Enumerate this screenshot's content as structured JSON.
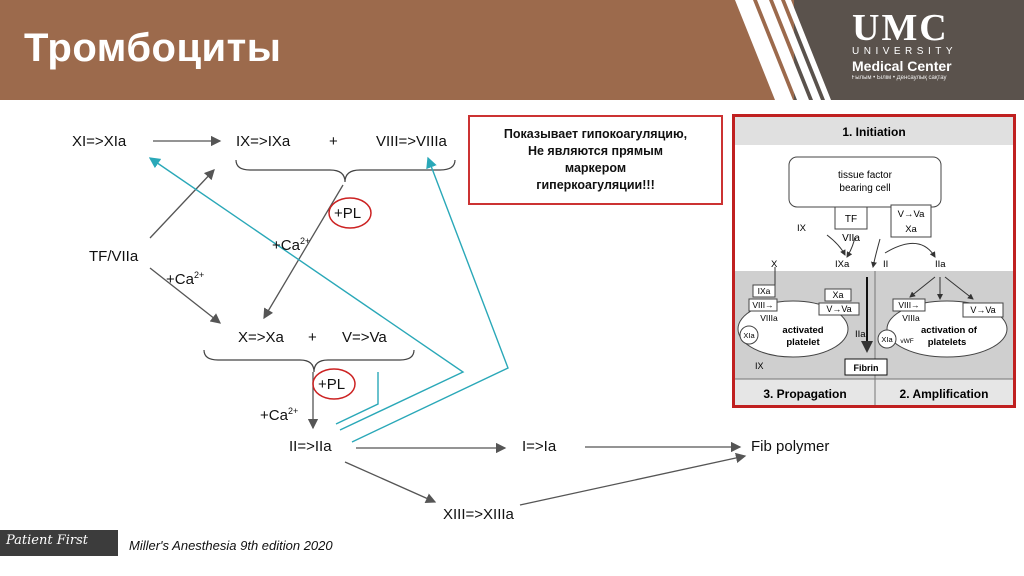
{
  "header": {
    "title": "Тромбоциты",
    "logo": {
      "abbr": "UMC",
      "university": "UNIVERSITY",
      "center": "Medical Center",
      "tagline": "Ғылым • Білім • Денсаулық сақтау"
    }
  },
  "diagram": {
    "nodes": {
      "xi": "XI=>XIa",
      "ix": "IX=>IXa",
      "plus1": "+",
      "viii": "VIII=>VIIIa",
      "pl1": "+PL",
      "ca1": "+Ca",
      "ca_sup": "2+",
      "tf": "TF/VIIa",
      "ca2": "+Ca",
      "x": "X=>Xa",
      "plus2": "+",
      "v": "V=>Va",
      "pl2": "+PL",
      "ca3": "+Ca",
      "ii": "II=>IIa",
      "i": "I=>Ia",
      "fib": "Fib polymer",
      "xiii": "XIII=>XIIIa"
    },
    "note_lines": [
      "Показывает гипокоагуляцию,",
      "Не являются прямым",
      "маркером",
      "гиперкоагуляции!!!"
    ],
    "colors": {
      "teal": "#2aa8b8",
      "red": "#cc2222",
      "arrow": "#555555"
    }
  },
  "inset": {
    "initiation": "1. Initiation",
    "tissue_factor": [
      "tissue factor",
      "bearing cell"
    ],
    "tf": "TF",
    "viia": "VIIa",
    "v_va": "V→Va",
    "xa": "Xa",
    "ix": "IX",
    "x": "X",
    "ixa": "IXa",
    "ii": "II",
    "iia": "IIa",
    "ixa2": "IXa",
    "viii": "VIII→",
    "viiia": "VIIIa",
    "xa2": "Xa",
    "v_va2": "V→Va",
    "xia": "XIa",
    "activated": [
      "activated",
      "platelet"
    ],
    "iia2": "IIa",
    "fibrin": "Fibrin",
    "ix2": "IX",
    "viii2": "VIII→",
    "viiia2": "VIIIa",
    "v_va3": "V→Va",
    "xia2": "XIa",
    "vwf": "vWF",
    "activation": [
      "activation of",
      "platelets"
    ],
    "propagation": "3. Propagation",
    "amplification": "2. Amplification"
  },
  "footer": {
    "brand": "Patient First",
    "citation": "Miller's Anesthesia 9th edition 2020"
  }
}
